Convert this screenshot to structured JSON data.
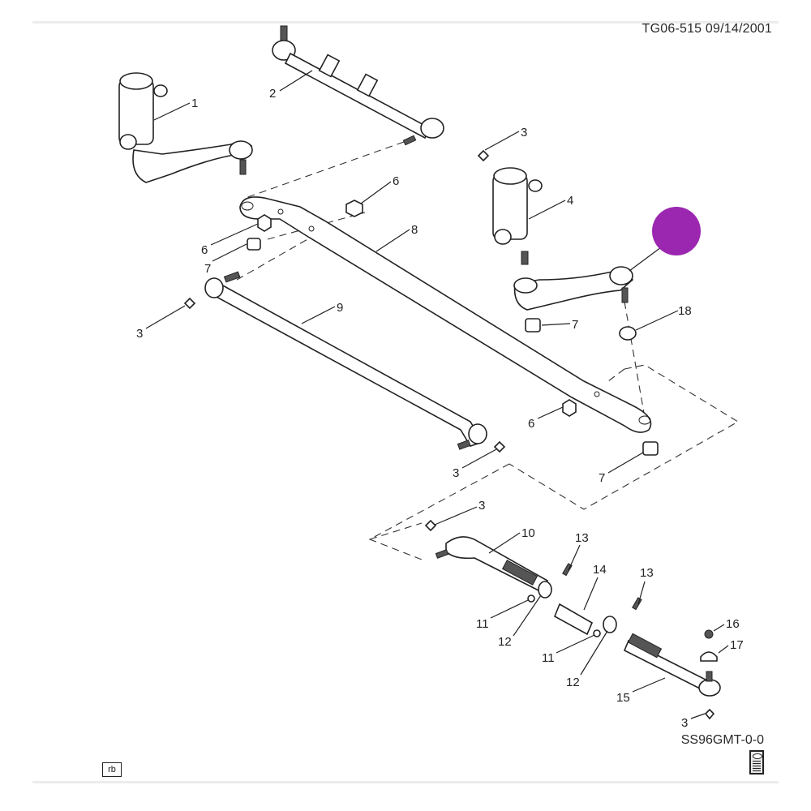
{
  "header": {
    "document_id": "TG06-515  09/14/2001"
  },
  "footer": {
    "figure_id": "SS96GMT-0-0",
    "rb_label": "rb",
    "book_icon": "service-manual-book-icon"
  },
  "highlight": {
    "color": "#9b27b0",
    "target_part": "pitman-arm"
  },
  "callouts": [
    {
      "id": "c1",
      "label": "1",
      "part": "idler-arm-assembly-left"
    },
    {
      "id": "c2",
      "label": "2",
      "part": "steering-damper"
    },
    {
      "id": "c3a",
      "label": "3",
      "part": "lubrication-fitting"
    },
    {
      "id": "c4",
      "label": "4",
      "part": "idler-arm-bracket-right"
    },
    {
      "id": "c6a",
      "label": "6",
      "part": "nut"
    },
    {
      "id": "c6b",
      "label": "6",
      "part": "nut"
    },
    {
      "id": "c7a",
      "label": "7",
      "part": "nut"
    },
    {
      "id": "c8",
      "label": "8",
      "part": "relay-rod"
    },
    {
      "id": "c3b",
      "label": "3",
      "part": "lubrication-fitting"
    },
    {
      "id": "c9",
      "label": "9",
      "part": "relay-rod-secondary"
    },
    {
      "id": "c7b",
      "label": "7",
      "part": "nut"
    },
    {
      "id": "c18",
      "label": "18",
      "part": "washer"
    },
    {
      "id": "c6c",
      "label": "6",
      "part": "nut"
    },
    {
      "id": "c7c",
      "label": "7",
      "part": "nut"
    },
    {
      "id": "c3c",
      "label": "3",
      "part": "lubrication-fitting"
    },
    {
      "id": "c3d",
      "label": "3",
      "part": "lubrication-fitting"
    },
    {
      "id": "c10",
      "label": "10",
      "part": "inner-tie-rod"
    },
    {
      "id": "c13a",
      "label": "13",
      "part": "clamp-bolt"
    },
    {
      "id": "c14",
      "label": "14",
      "part": "adjuster-sleeve"
    },
    {
      "id": "c13b",
      "label": "13",
      "part": "clamp-bolt"
    },
    {
      "id": "c11a",
      "label": "11",
      "part": "clamp-nut"
    },
    {
      "id": "c12a",
      "label": "12",
      "part": "clamp"
    },
    {
      "id": "c11b",
      "label": "11",
      "part": "clamp-nut"
    },
    {
      "id": "c12b",
      "label": "12",
      "part": "clamp"
    },
    {
      "id": "c16",
      "label": "16",
      "part": "cotter-nut"
    },
    {
      "id": "c17",
      "label": "17",
      "part": "seal"
    },
    {
      "id": "c15",
      "label": "15",
      "part": "outer-tie-rod"
    },
    {
      "id": "c3e",
      "label": "3",
      "part": "lubrication-fitting"
    }
  ]
}
